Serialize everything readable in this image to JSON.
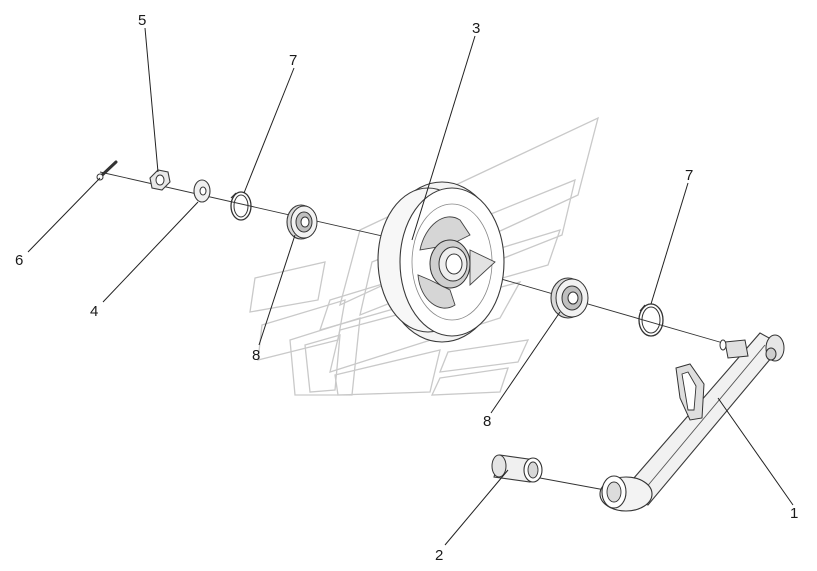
{
  "callouts": {
    "c1": "1",
    "c2": "2",
    "c3": "3",
    "c4": "4",
    "c5": "5",
    "c6": "6",
    "c7a": "7",
    "c7b": "7",
    "c8a": "8",
    "c8b": "8"
  },
  "colors": {
    "part_fill": "#f2f2f2",
    "part_stroke": "#3a3a3a",
    "watermark": "#c9c9c9",
    "text": "#1a1a1a"
  }
}
